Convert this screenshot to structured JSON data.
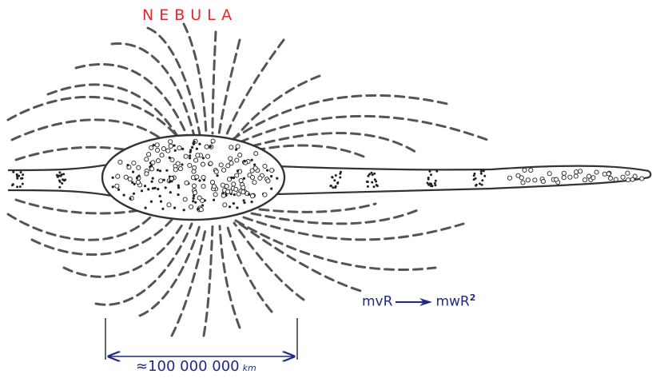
{
  "diagram": {
    "title": "NEBULA",
    "formula": {
      "left": "mvR",
      "right": "mwR",
      "right_exponent": "2"
    },
    "scale": {
      "prefix": "≈",
      "value": "100 000 000",
      "unit": "km"
    },
    "colors": {
      "title": "#e8262b",
      "annotation": "#1f2a86",
      "lines": "#555555"
    }
  }
}
